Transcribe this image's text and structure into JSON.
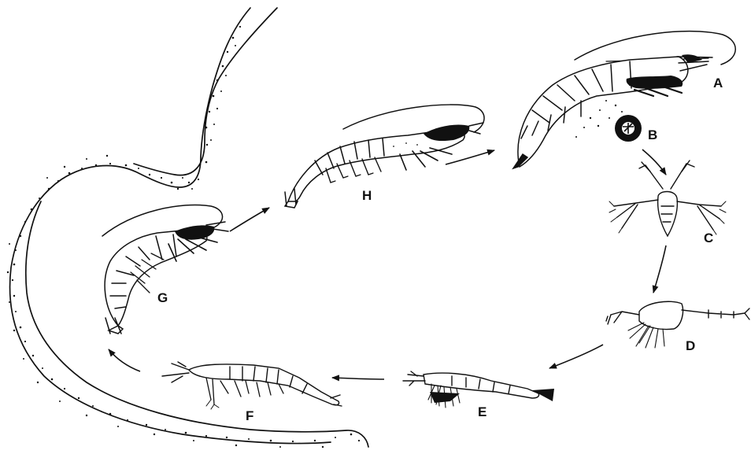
{
  "figure": {
    "labels": {
      "A": "A",
      "B": "B",
      "C": "C",
      "D": "D",
      "E": "E",
      "F": "F",
      "G": "G",
      "H": "H"
    },
    "stages": [
      {
        "key": "A",
        "icon": "adult-shrimp-icon"
      },
      {
        "key": "B",
        "icon": "egg-icon"
      },
      {
        "key": "C",
        "icon": "nauplius-larva-icon"
      },
      {
        "key": "D",
        "icon": "protozoea-larva-icon"
      },
      {
        "key": "E",
        "icon": "mysis-larva-icon"
      },
      {
        "key": "F",
        "icon": "postlarva-icon"
      },
      {
        "key": "G",
        "icon": "juvenile-shrimp-icon"
      },
      {
        "key": "H",
        "icon": "subadult-shrimp-icon"
      }
    ],
    "colors": {
      "ink": "#111111",
      "background": "#ffffff"
    }
  }
}
